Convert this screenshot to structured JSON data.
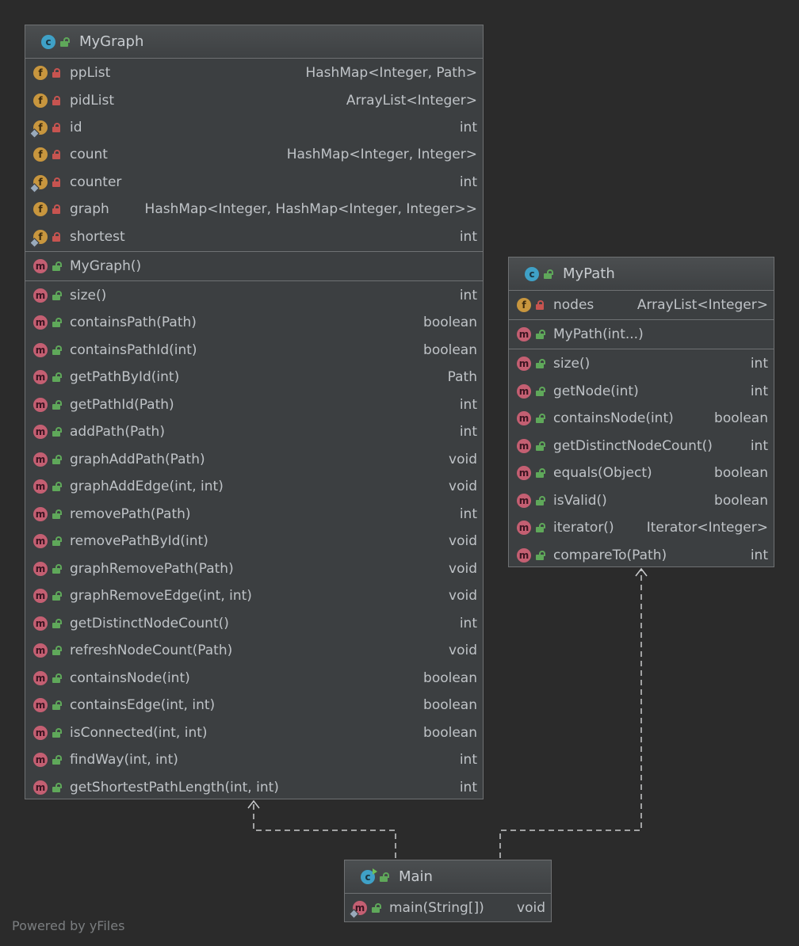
{
  "diagram": {
    "powered_by": "Powered by yFiles",
    "classes": [
      {
        "id": "mygraph",
        "name": "MyGraph",
        "icon": "class-icon",
        "fields": [
          {
            "name": "ppList",
            "type": "HashMap<Integer, Path>",
            "icon": "field-icon",
            "access": "private",
            "static": false
          },
          {
            "name": "pidList",
            "type": "ArrayList<Integer>",
            "icon": "field-icon",
            "access": "private",
            "static": false
          },
          {
            "name": "id",
            "type": "int",
            "icon": "field-icon",
            "access": "private",
            "static": true
          },
          {
            "name": "count",
            "type": "HashMap<Integer, Integer>",
            "icon": "field-icon",
            "access": "private",
            "static": false
          },
          {
            "name": "counter",
            "type": "int",
            "icon": "field-icon",
            "access": "private",
            "static": true
          },
          {
            "name": "graph",
            "type": "HashMap<Integer, HashMap<Integer, Integer>>",
            "icon": "field-icon",
            "access": "private",
            "static": false
          },
          {
            "name": "shortest",
            "type": "int",
            "icon": "field-icon",
            "access": "private",
            "static": true
          }
        ],
        "constructors": [
          {
            "name": "MyGraph()",
            "type": "",
            "icon": "method-icon",
            "access": "public",
            "static": false
          }
        ],
        "methods": [
          {
            "name": "size()",
            "type": "int",
            "icon": "method-icon",
            "access": "public",
            "static": false
          },
          {
            "name": "containsPath(Path)",
            "type": "boolean",
            "icon": "method-icon",
            "access": "public",
            "static": false
          },
          {
            "name": "containsPathId(int)",
            "type": "boolean",
            "icon": "method-icon",
            "access": "public",
            "static": false
          },
          {
            "name": "getPathById(int)",
            "type": "Path",
            "icon": "method-icon",
            "access": "public",
            "static": false
          },
          {
            "name": "getPathId(Path)",
            "type": "int",
            "icon": "method-icon",
            "access": "public",
            "static": false
          },
          {
            "name": "addPath(Path)",
            "type": "int",
            "icon": "method-icon",
            "access": "public",
            "static": false
          },
          {
            "name": "graphAddPath(Path)",
            "type": "void",
            "icon": "method-icon",
            "access": "public",
            "static": false
          },
          {
            "name": "graphAddEdge(int, int)",
            "type": "void",
            "icon": "method-icon",
            "access": "public",
            "static": false
          },
          {
            "name": "removePath(Path)",
            "type": "int",
            "icon": "method-icon",
            "access": "public",
            "static": false
          },
          {
            "name": "removePathById(int)",
            "type": "void",
            "icon": "method-icon",
            "access": "public",
            "static": false
          },
          {
            "name": "graphRemovePath(Path)",
            "type": "void",
            "icon": "method-icon",
            "access": "public",
            "static": false
          },
          {
            "name": "graphRemoveEdge(int, int)",
            "type": "void",
            "icon": "method-icon",
            "access": "public",
            "static": false
          },
          {
            "name": "getDistinctNodeCount()",
            "type": "int",
            "icon": "method-icon",
            "access": "public",
            "static": false
          },
          {
            "name": "refreshNodeCount(Path)",
            "type": "void",
            "icon": "method-icon",
            "access": "public",
            "static": false
          },
          {
            "name": "containsNode(int)",
            "type": "boolean",
            "icon": "method-icon",
            "access": "public",
            "static": false
          },
          {
            "name": "containsEdge(int, int)",
            "type": "boolean",
            "icon": "method-icon",
            "access": "public",
            "static": false
          },
          {
            "name": "isConnected(int, int)",
            "type": "boolean",
            "icon": "method-icon",
            "access": "public",
            "static": false
          },
          {
            "name": "findWay(int, int)",
            "type": "int",
            "icon": "method-icon",
            "access": "public",
            "static": false
          },
          {
            "name": "getShortestPathLength(int, int)",
            "type": "int",
            "icon": "method-icon",
            "access": "public",
            "static": false
          }
        ]
      },
      {
        "id": "mypath",
        "name": "MyPath",
        "icon": "class-icon",
        "fields": [
          {
            "name": "nodes",
            "type": "ArrayList<Integer>",
            "icon": "field-icon",
            "access": "private",
            "static": false
          }
        ],
        "constructors": [
          {
            "name": "MyPath(int...)",
            "type": "",
            "icon": "method-icon",
            "access": "public",
            "static": false
          }
        ],
        "methods": [
          {
            "name": "size()",
            "type": "int",
            "icon": "method-icon",
            "access": "public",
            "static": false
          },
          {
            "name": "getNode(int)",
            "type": "int",
            "icon": "method-icon",
            "access": "public",
            "static": false
          },
          {
            "name": "containsNode(int)",
            "type": "boolean",
            "icon": "method-icon",
            "access": "public",
            "static": false
          },
          {
            "name": "getDistinctNodeCount()",
            "type": "int",
            "icon": "method-icon",
            "access": "public",
            "static": false
          },
          {
            "name": "equals(Object)",
            "type": "boolean",
            "icon": "method-icon",
            "access": "public",
            "static": false
          },
          {
            "name": "isValid()",
            "type": "boolean",
            "icon": "method-icon",
            "access": "public",
            "static": false
          },
          {
            "name": "iterator()",
            "type": "Iterator<Integer>",
            "icon": "method-icon",
            "access": "public",
            "static": false
          },
          {
            "name": "compareTo(Path)",
            "type": "int",
            "icon": "method-icon",
            "access": "public",
            "static": false
          }
        ]
      },
      {
        "id": "main",
        "name": "Main",
        "icon": "main-class-icon",
        "fields": [],
        "constructors": [],
        "methods": [
          {
            "name": "main(String[])",
            "type": "void",
            "icon": "method-icon",
            "access": "public",
            "static": true
          }
        ]
      }
    ],
    "edges": [
      {
        "from": "main",
        "to": "mygraph",
        "style": "dashed",
        "arrow": "open"
      },
      {
        "from": "main",
        "to": "mypath",
        "style": "dashed",
        "arrow": "open"
      }
    ],
    "colors": {
      "background": "#2b2b2b",
      "box": "#3c3f41",
      "border": "#6f7173",
      "class_icon": "#3fa1c7",
      "field_icon": "#c8963e",
      "method_icon": "#c45f72",
      "private_lock": "#c75450",
      "public_lock": "#5fa85a"
    }
  }
}
